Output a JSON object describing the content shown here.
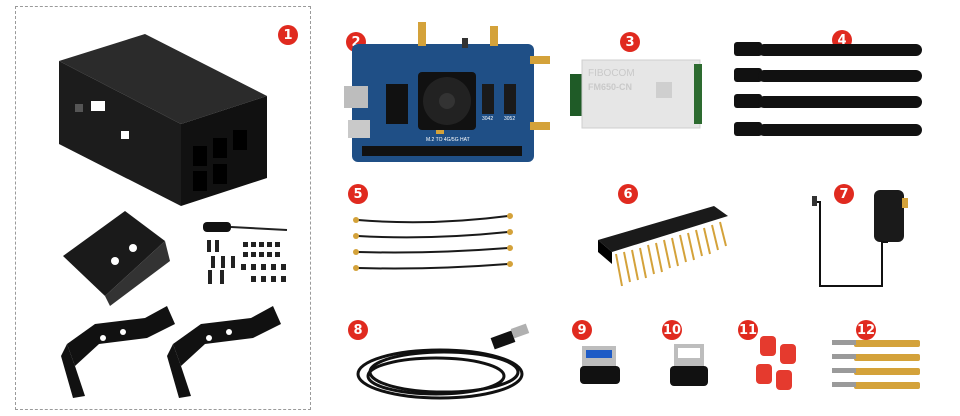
{
  "badges": [
    "1",
    "2",
    "3",
    "4",
    "5",
    "6",
    "7",
    "8",
    "9",
    "10",
    "11",
    "12"
  ],
  "hat_board": {
    "silkscreen": "M.2 TO 4G/5G HAT",
    "label_a": "3042",
    "label_b": "3052"
  },
  "module": {
    "brand": "FIBOCOM",
    "model": "FM650-CN"
  },
  "colors": {
    "badge": "#e02a1f",
    "frame": "#9a9a9a",
    "board": "#1f4f86",
    "metal": "#1c1c1c",
    "brass": "#d4a23a",
    "cap": "#e53a2e"
  },
  "icons": [
    "case-icon",
    "hat-board-icon",
    "module-icon",
    "antenna-icon",
    "cable-icon",
    "header-icon",
    "adapter-icon",
    "usb-cable-icon",
    "usb-adapter-icon",
    "cap-icon",
    "standoff-icon",
    "screwdriver-icon",
    "bracket-icon"
  ]
}
